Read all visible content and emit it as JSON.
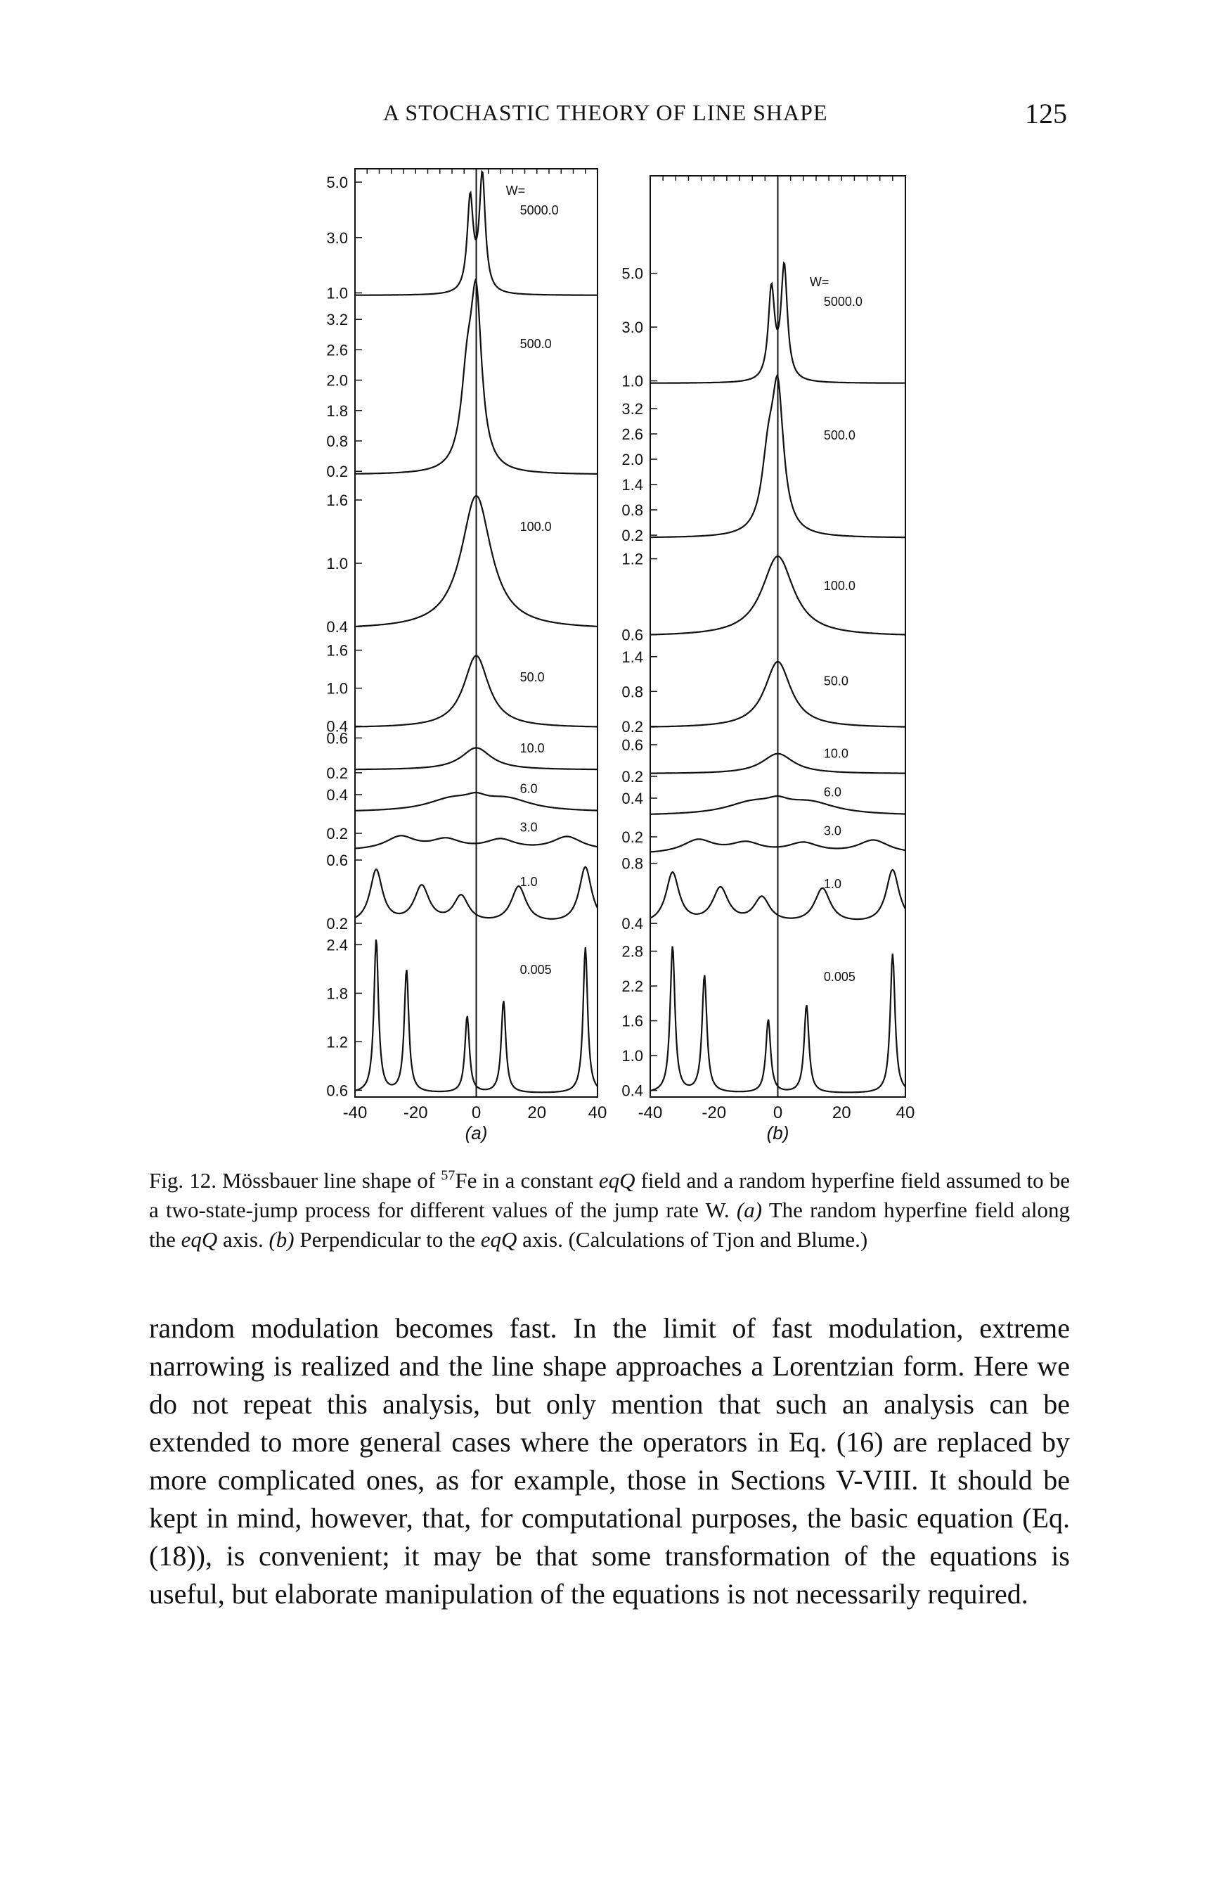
{
  "header": {
    "running_title": "A STOCHASTIC THEORY OF LINE SHAPE",
    "page_number": "125"
  },
  "figure": {
    "x_ticks": [
      "-40",
      "-20",
      "0",
      "20",
      "40"
    ],
    "w_label": "W=",
    "panels": [
      {
        "label": "(a)",
        "rows": [
          {
            "w": "5000.0",
            "yticks": [
              "5.0",
              "3.0",
              "1.0"
            ]
          },
          {
            "w": "500.0",
            "yticks": [
              "3.2",
              "2.6",
              "2.0",
              "1.8",
              "0.8",
              "0.2"
            ]
          },
          {
            "w": "100.0",
            "yticks": [
              "1.6",
              "1.0",
              "0.4"
            ]
          },
          {
            "w": "50.0",
            "yticks": [
              "1.6",
              "1.0",
              "0.4"
            ]
          },
          {
            "w": "10.0",
            "yticks": [
              "0.6",
              "0.2"
            ]
          },
          {
            "w": "6.0",
            "yticks": [
              "0.4"
            ]
          },
          {
            "w": "3.0",
            "yticks": [
              "0.2"
            ]
          },
          {
            "w": "1.0",
            "yticks": [
              "0.6",
              "0.2"
            ]
          },
          {
            "w": "0.005",
            "yticks": [
              "2.4",
              "1.8",
              "1.2",
              "0.6"
            ]
          }
        ]
      },
      {
        "label": "(b)",
        "rows": [
          {
            "w": "5000.0",
            "yticks": [
              "5.0",
              "3.0",
              "1.0"
            ]
          },
          {
            "w": "500.0",
            "yticks": [
              "3.2",
              "2.6",
              "2.0",
              "1.4",
              "0.8",
              "0.2"
            ]
          },
          {
            "w": "100.0",
            "yticks": [
              "1.2",
              "0.6"
            ]
          },
          {
            "w": "50.0",
            "yticks": [
              "1.4",
              "0.8",
              "0.2"
            ]
          },
          {
            "w": "10.0",
            "yticks": [
              "0.6",
              "0.2"
            ]
          },
          {
            "w": "6.0",
            "yticks": [
              "0.4"
            ]
          },
          {
            "w": "3.0",
            "yticks": [
              "0.2"
            ]
          },
          {
            "w": "1.0",
            "yticks": [
              "0.8",
              "0.4"
            ]
          },
          {
            "w": "0.005",
            "yticks": [
              "2.8",
              "2.2",
              "1.6",
              "1.0",
              "0.4"
            ]
          }
        ]
      }
    ]
  },
  "caption": {
    "fig_label": "Fig. 12.",
    "part1": "Mössbauer line shape of",
    "isotope_sup": "57",
    "part2": "Fe in a constant",
    "eqQ": "eqQ",
    "part3": "field and a random hyperfine field assumed to be a two-state-jump process for different values of the jump rate W.",
    "a_label": "(a)",
    "part4": "The random hyperfine field along the",
    "part5": "axis.",
    "b_label": "(b)",
    "part6": "Perpendicular to the",
    "part7": "axis. (Calculations of Tjon and Blume.)"
  },
  "body": {
    "paragraph": "random modulation becomes fast. In the limit of fast modulation, extreme narrowing is realized and the line shape approaches a Lorentzian form. Here we do not repeat this analysis, but only mention that such an analysis can be extended to more general cases where the operators in Eq. (16) are replaced by more complicated ones, as for example, those in Sections V-VIII. It should be kept in mind, however, that, for computational purposes, the basic equation (Eq. (18)), is convenient; it may be that some transformation of the equations is useful, but elaborate manipulation of the equations is not necessarily required."
  }
}
